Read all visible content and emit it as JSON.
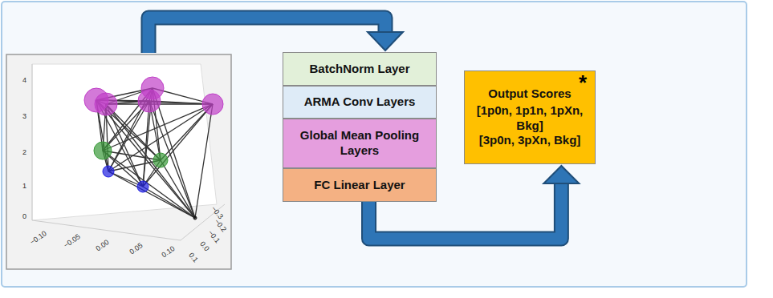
{
  "diagram": {
    "nodes": [
      {
        "text": [
          "BatchNorm Layer"
        ]
      },
      {
        "text": [
          "ARMA Conv Layers"
        ]
      },
      {
        "text": [
          "Global Mean Pooling Layers"
        ]
      },
      {
        "text": [
          "FC Linear Layer"
        ]
      },
      {
        "text": [
          "Output Scores",
          "[1p0n, 1p1n, 1pXn, Bkg]",
          "[3p0n, 3pXn, Bkg]"
        ]
      }
    ],
    "edges": [
      {
        "from": 3,
        "to": 4,
        "arrow": "to"
      }
    ],
    "labels": [
      "*",
      "4",
      "3",
      "2",
      "1",
      "0",
      "−0.10",
      "−0.05",
      "0.00",
      "0.05",
      "0.10",
      "0.1",
      "0.0",
      "−0.1",
      "−0.2",
      "−0.3"
    ]
  }
}
